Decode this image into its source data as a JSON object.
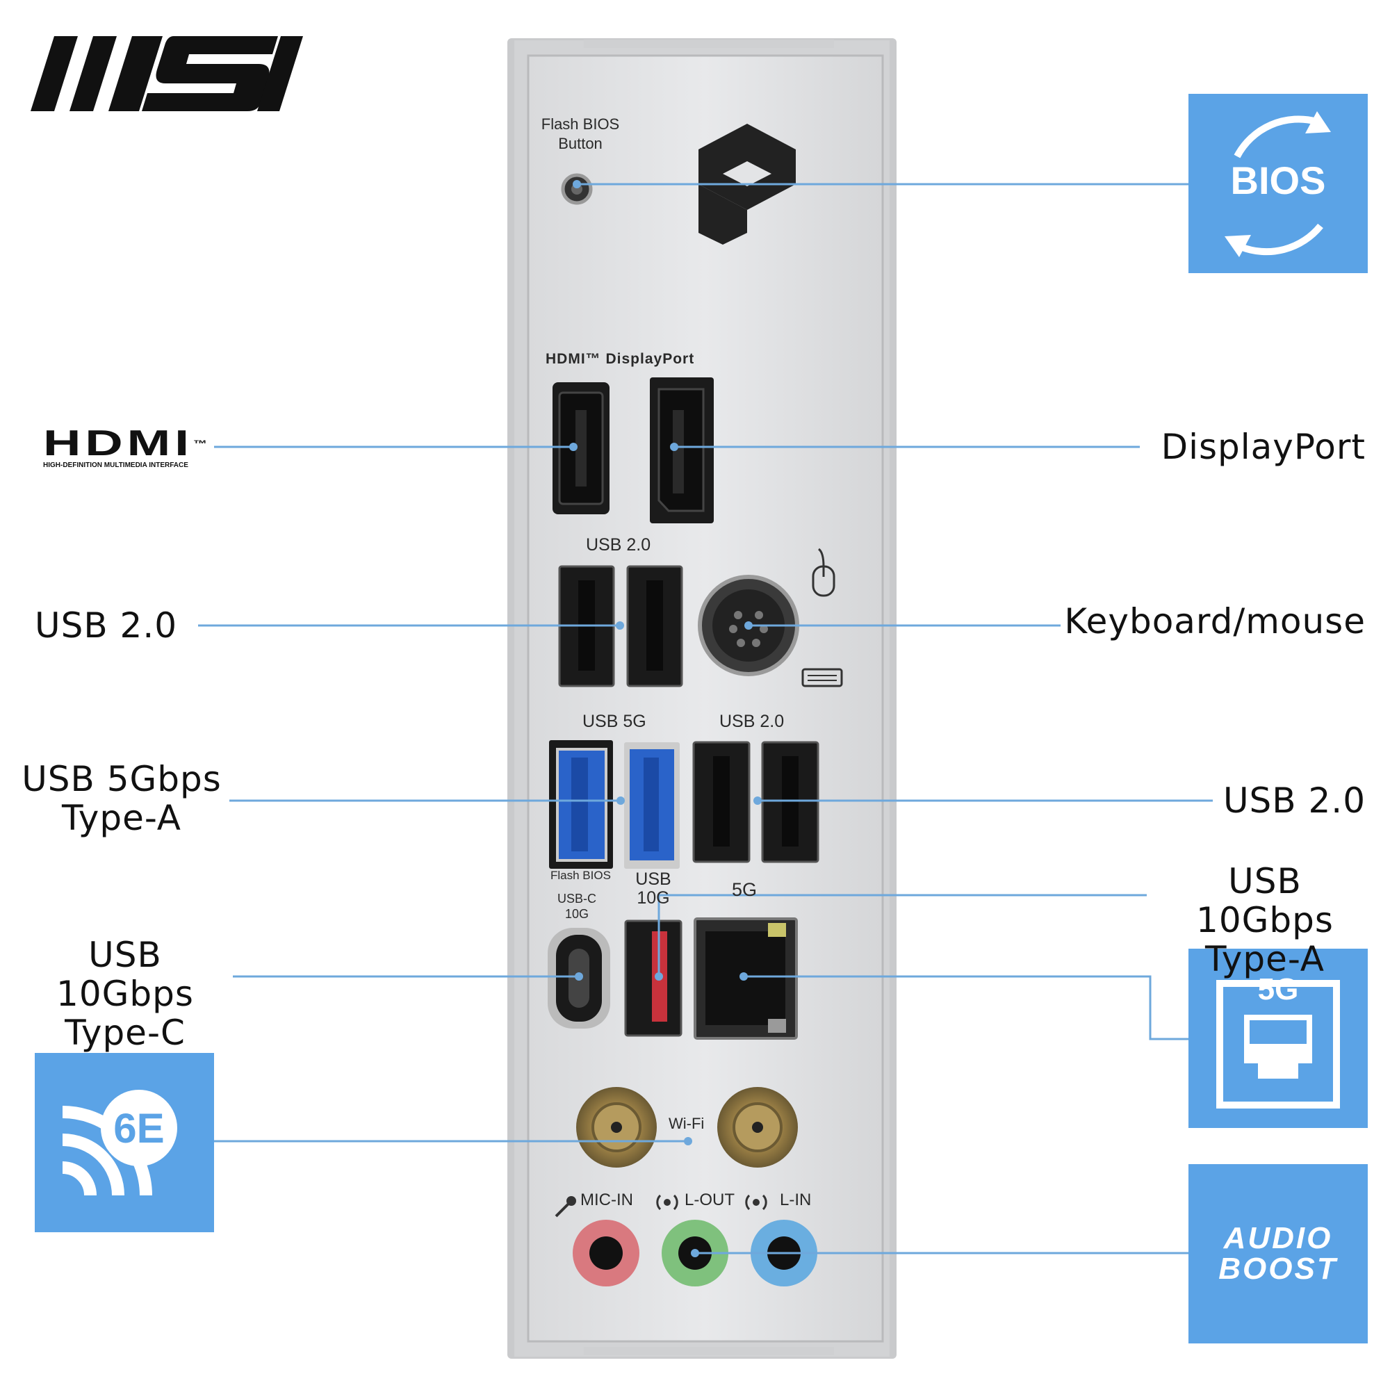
{
  "brand": {
    "logo_text": "MSI"
  },
  "plate_labels": {
    "flash_bios_button_line1": "Flash BIOS",
    "flash_bios_button_line2": "Button",
    "hdmi_dp": "HDMI™ DisplayPort",
    "usb20_top": "USB 2.0",
    "usb5g": "USB 5G",
    "usb20_mid": "USB 2.0",
    "flash_bios": "Flash BIOS",
    "usbc_line1": "USB-C",
    "usbc_line2": "10G",
    "usb10g_line1": "USB",
    "usb10g_line2": "10G",
    "lan_5g": "5G",
    "wifi": "Wi-Fi",
    "mic_in": "MIC-IN",
    "l_out": "L-OUT",
    "l_in": "L-IN"
  },
  "callouts": {
    "hdmi_logo": {
      "word": "HDMI",
      "tm": "™",
      "subtitle": "HIGH-DEFINITION MULTIMEDIA INTERFACE"
    },
    "usb20_left": "USB 2.0",
    "usb5gbps_line1": "USB 5Gbps",
    "usb5gbps_line2": "Type-A",
    "usb10c_line1": "USB 10Gbps",
    "usb10c_line2": "Type-C",
    "displayport": "DisplayPort",
    "keyboard_mouse": "Keyboard/mouse",
    "usb20_right": "USB 2.0",
    "usb10a_line1": "USB 10Gbps",
    "usb10a_line2": "Type-A"
  },
  "badges": {
    "bios": "BIOS",
    "lan": "5G",
    "wifi": "6E",
    "audio_line1": "AUDIO",
    "audio_line2": "BOOST"
  },
  "colors": {
    "badge_blue": "#5ba3e6",
    "leader_blue": "#6ea8dc",
    "plate_silver": "#e4e5e7",
    "usb3_blue": "#2a63c9",
    "usb10g_red": "#c8323c",
    "mic_pink": "#d9797f",
    "lout_green": "#7fc17d",
    "lin_blue": "#6aaee0"
  }
}
